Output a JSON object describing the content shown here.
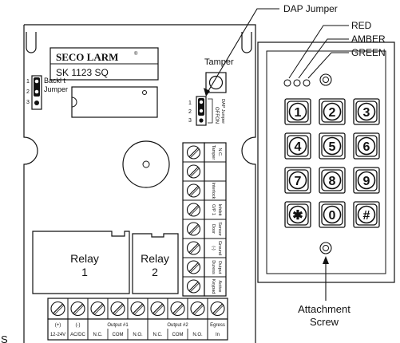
{
  "brand": {
    "name": "SECO LARM",
    "reg": "®",
    "model": "SK 1123 SQ"
  },
  "callouts": {
    "dap_jumper": "DAP Jumper",
    "red": "RED",
    "amber": "AMBER",
    "green": "GREEN",
    "attachment_line1": "Attachment",
    "attachment_line2": "Screw",
    "stray": "S"
  },
  "board": {
    "tamper": "Tamper",
    "backlight_jumper_line1": "Backl t",
    "backlight_jumper_line2": "Jumper",
    "backlight_pins": [
      "1",
      "2",
      "3"
    ],
    "dap_pins": [
      "1",
      "2",
      "3"
    ],
    "dap_off": "OFF",
    "dap_on": "ON",
    "dap_label": "DAP Jumper",
    "relay1_line1": "Relay",
    "relay1_line2": "1",
    "relay2_line1": "Relay",
    "relay2_line2": "2"
  },
  "right_terminals": [
    [
      "Tamper",
      "N.C."
    ],
    [
      "",
      ""
    ],
    [
      "Interlock",
      ""
    ],
    [
      "O/P 1",
      "Inhibit"
    ],
    [
      "Door",
      "Sensor"
    ],
    [
      "(-)",
      "Ground"
    ],
    [
      "Duress",
      "Output"
    ],
    [
      "Keypad",
      "Active"
    ]
  ],
  "bottom_terminals": {
    "top_labels": [
      "(+)",
      "(-)",
      "Output #1",
      "Output #2",
      "Egress"
    ],
    "bottom_labels": [
      "12-24V",
      "AC/DC",
      "N.C.",
      "COM",
      "N.O.",
      "N.C.",
      "COM",
      "N.O.",
      "In"
    ]
  },
  "keypad": {
    "keys": [
      "1",
      "2",
      "3",
      "4",
      "5",
      "6",
      "7",
      "8",
      "9",
      "✱",
      "0",
      "#"
    ]
  }
}
